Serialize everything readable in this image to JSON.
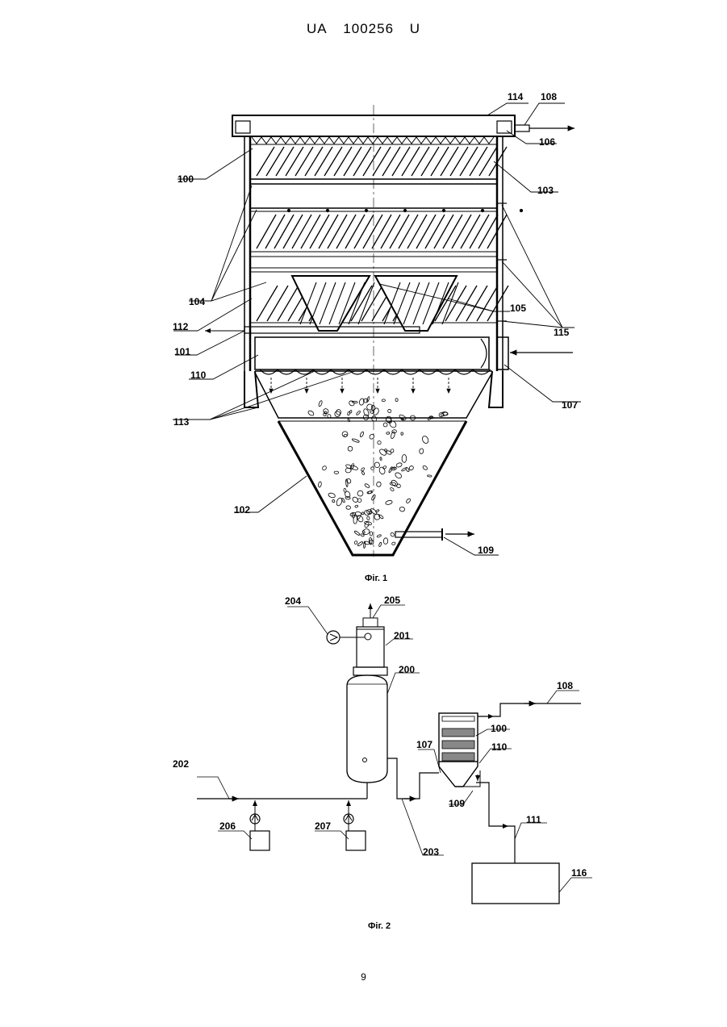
{
  "header": {
    "country": "UA",
    "number": "100256",
    "kind": "U"
  },
  "fig1": {
    "caption": "Фіг. 1",
    "labels": {
      "l114": "114",
      "l108": "108",
      "l106": "106",
      "l100": "100",
      "l103": "103",
      "l104": "104",
      "l105": "105",
      "l115": "115",
      "l112": "112",
      "l101": "101",
      "l110": "110",
      "l107": "107",
      "l113": "113",
      "l102": "102",
      "l109": "109"
    }
  },
  "fig2": {
    "caption": "Фіг. 2",
    "labels": {
      "l204": "204",
      "l205": "205",
      "l201": "201",
      "l200": "200",
      "l108": "108",
      "l100": "100",
      "l107": "107",
      "l110": "110",
      "l202": "202",
      "l109": "109",
      "l111": "111",
      "l206": "206",
      "l207": "207",
      "l203": "203",
      "l116": "116"
    }
  },
  "page_number": "9"
}
